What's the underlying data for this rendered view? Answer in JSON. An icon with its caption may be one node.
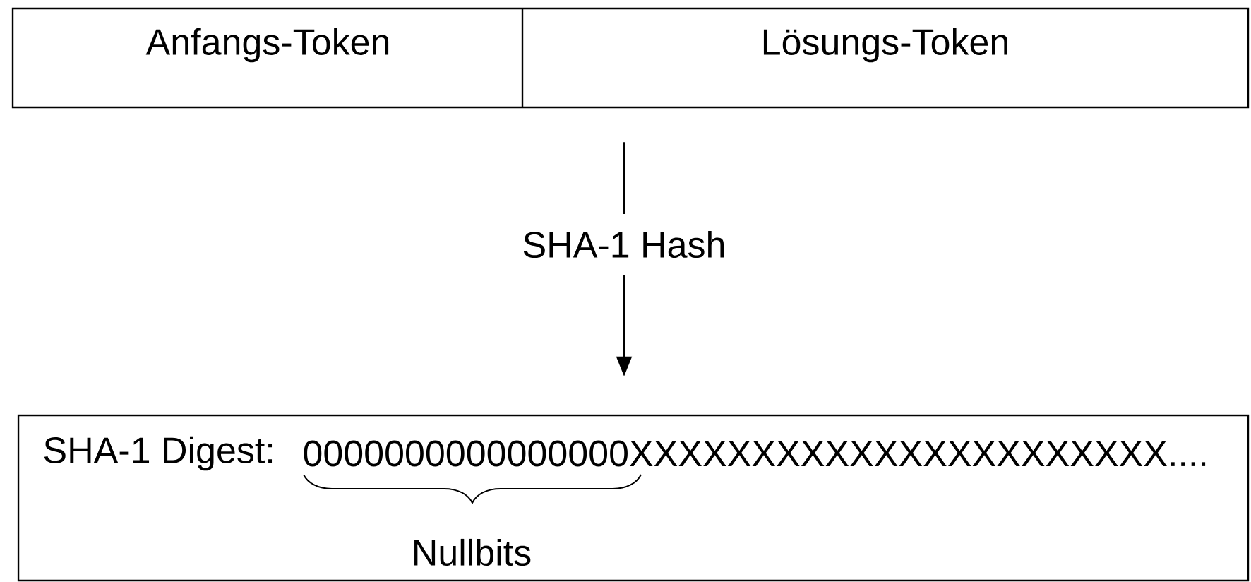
{
  "diagram": {
    "nodes": [
      {
        "text": [],
        "shape": "box"
      },
      {
        "text": [
          "Anfangs-Token"
        ],
        "in": 0
      },
      {
        "text": [
          "Lösungs-Token"
        ],
        "in": 0
      },
      {
        "text": [
          "SHA-1 Digest:",
          "0000000000000000XXXXXXXXXXXXXXXXXXXXXX....",
          "Nullbits"
        ]
      }
    ],
    "edges": [
      {
        "from": 0,
        "to": 3,
        "arrow": "to",
        "label": "SHA-1 Hash"
      }
    ]
  }
}
